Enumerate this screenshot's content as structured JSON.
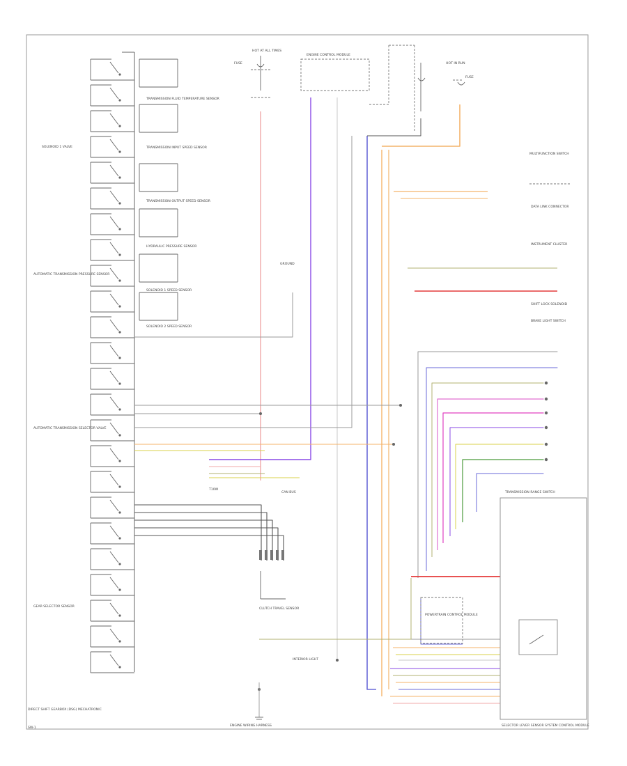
{
  "colors": {
    "red": "#f0a8a8",
    "red_strong": "#e43a3a",
    "orange": "#f4b36a",
    "blue": "#6a6ad8",
    "violet": "#8a4ae6",
    "magenta": "#e040c0",
    "pink": "#e070d0",
    "yellow": "#d8d24a",
    "green": "#4a9a3a",
    "olive": "#b0b070",
    "gray": "#9a9a9a",
    "lightgray": "#c8c8c8",
    "dark": "#555555"
  },
  "labels": {
    "left_sensor_1": "SOLENOID 1 VALVE",
    "left_sensor_2": "AUTOMATIC TRANSMISSION PRESSURE SENSOR",
    "left_sensor_3": "AUTOMATIC TRANSMISSION SELECTOR VALVE",
    "left_sensor_4": "GEAR SELECTOR SENSOR",
    "left_bottom": "DIRECT SHIFT GEARBOX (DSG) MECHATRONIC",
    "mid_1": "TRANSMISSION FLUID TEMPERATURE SENSOR",
    "mid_2": "TRANSMISSION INPUT SPEED SENSOR",
    "mid_3": "TRANSMISSION OUTPUT SPEED SENSOR",
    "mid_4": "HYDRAULIC PRESSURE SENSOR",
    "mid_5": "SOLENOID 1 SPEED SENSOR",
    "mid_6": "SOLENOID 2 SPEED SENSOR",
    "top_fuse_l": "HOT AT ALL TIMES",
    "top_fuse_l_2": "FUSE",
    "top_ecm": "ENGINE CONTROL MODULE",
    "top_fuse_r": "HOT IN RUN",
    "top_fuse_r_2": "FUSE",
    "right_1": "MULTIFUNCTION SWITCH",
    "right_2": "DATA LINK CONNECTOR",
    "right_3": "INSTRUMENT CLUSTER",
    "right_4": "SHIFT LOCK SOLENOID",
    "right_5": "BRAKE LIGHT SWITCH",
    "right_6": "TRANSMISSION RANGE SWITCH",
    "right_7": "SELECTOR LEVER SENSOR SYSTEM CONTROL MODULE",
    "center_ground": "GROUND",
    "center_can": "CAN BUS",
    "center_sensor": "CLUTCH TRAVEL SENSOR",
    "bottom_center": "ENGINE WIRING HARNESS",
    "bottom_left": "T10W",
    "cc_module": "POWERTRAIN CONTROL MODULE",
    "interior_light": "INTERIOR LIGHT",
    "page_code": "SW-1"
  }
}
